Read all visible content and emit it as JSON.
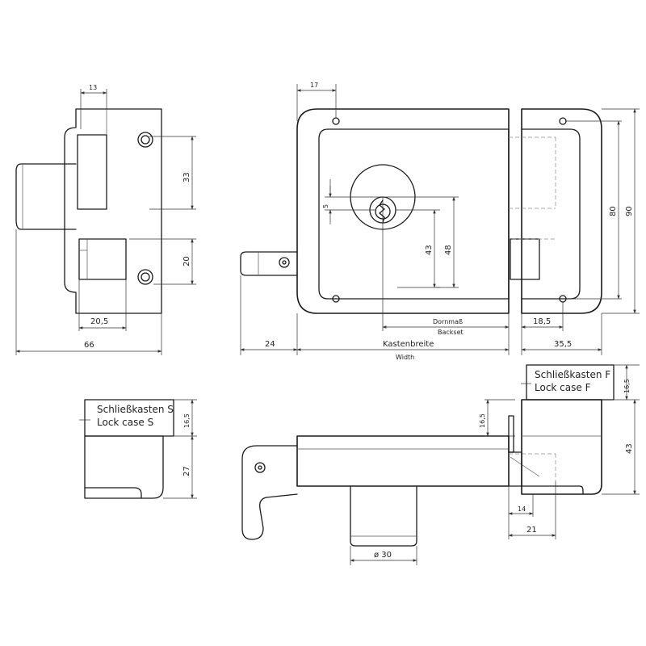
{
  "dimensions": {
    "side_top_13": "13",
    "side_33": "33",
    "side_20": "20",
    "side_20_5": "20,5",
    "side_66": "66",
    "front_17": "17",
    "front_5": "5",
    "front_43": "43",
    "front_48": "48",
    "front_backset_de": "Dornmaß",
    "front_backset_en": "Backset",
    "front_24": "24",
    "front_width_de": "Kastenbreite",
    "front_width_en": "Width",
    "keeper_80": "80",
    "keeper_90": "90",
    "keeper_18_5": "18,5",
    "keeper_35_5": "35,5",
    "case_s_16_5": "16,5",
    "case_s_27": "27",
    "bottom_16_5": "16,5",
    "bottom_14": "14",
    "bottom_21": "21",
    "bottom_dia_30": "ø 30",
    "case_f_16_5": "16,5",
    "case_f_43": "43"
  },
  "labels": {
    "lock_case_s_de": "Schließkasten S",
    "lock_case_s_en": "Lock case S",
    "lock_case_f_de": "Schließkasten F",
    "lock_case_f_en": "Lock case F"
  }
}
